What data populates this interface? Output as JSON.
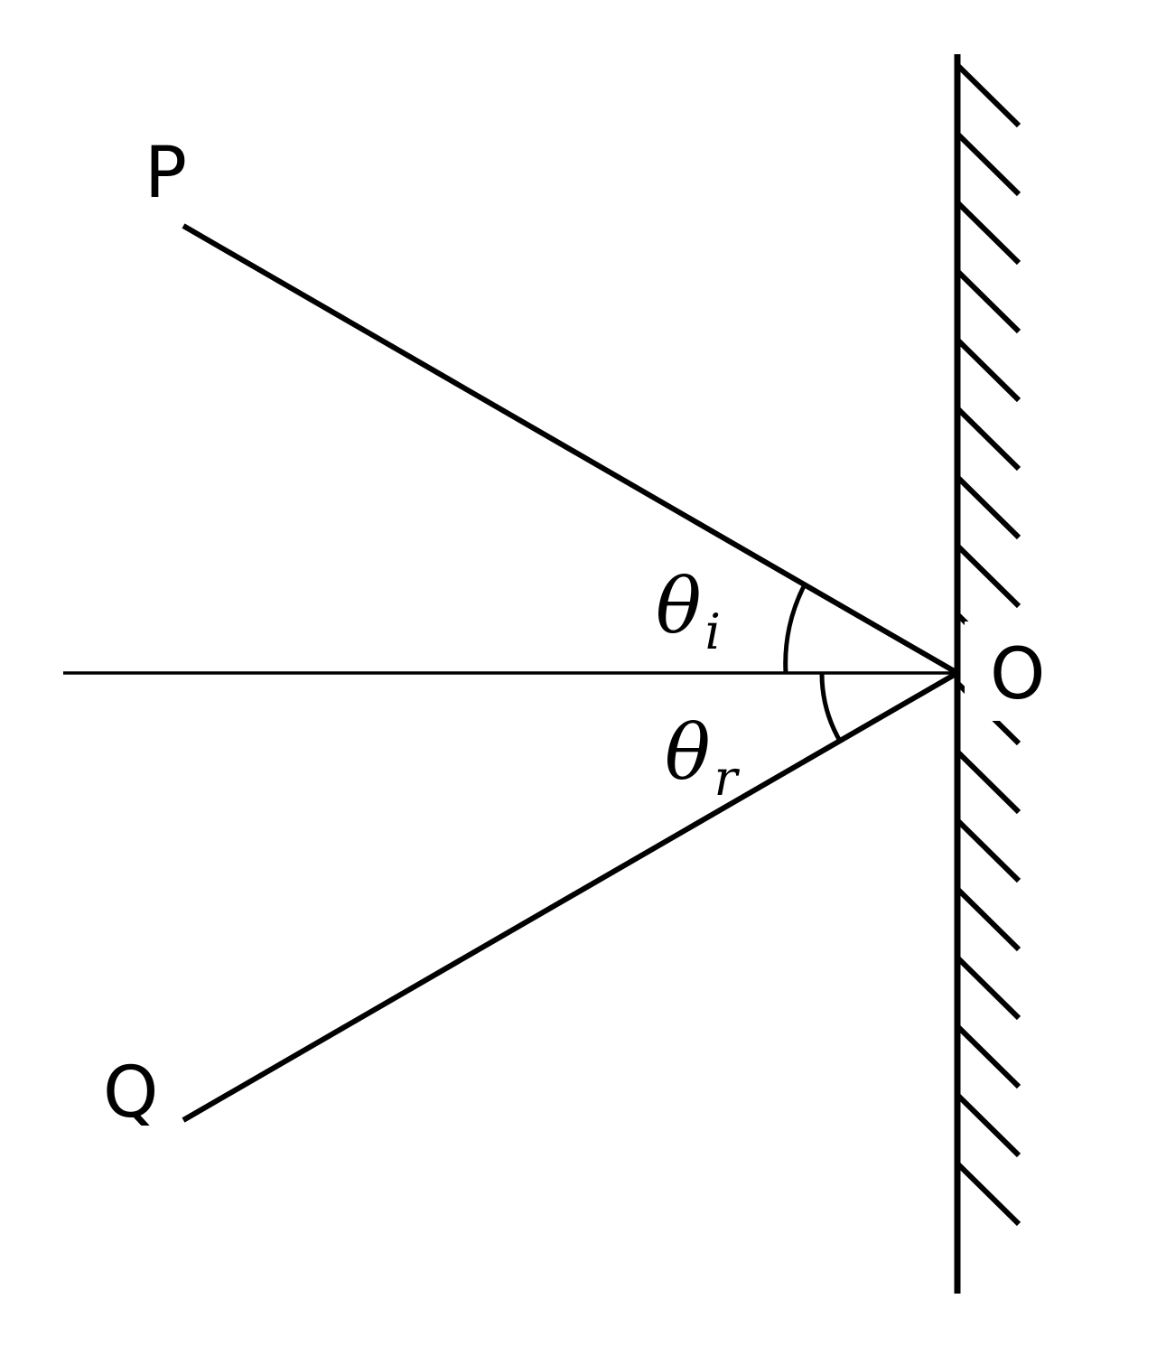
{
  "labels": {
    "P": "P",
    "Q": "Q",
    "O": "O",
    "theta_incidence": {
      "symbol": "θ",
      "subscript": "i"
    },
    "theta_reflection": {
      "symbol": "θ",
      "subscript": "r"
    }
  },
  "colors": {
    "stroke": "#000000",
    "background": "#ffffff"
  }
}
